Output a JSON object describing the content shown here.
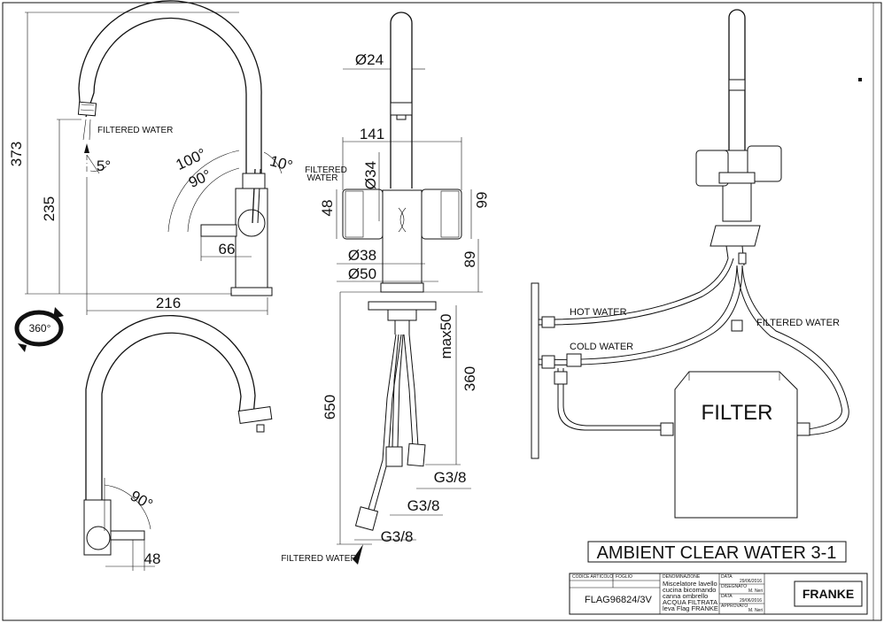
{
  "dimensions": {
    "d24": "Ø24",
    "d34": "Ø34",
    "d38": "Ø38",
    "d50": "Ø50",
    "w141": "141",
    "h48": "48",
    "h66": "66",
    "h89": "89",
    "max50": "max50",
    "h360": "360",
    "h650": "650",
    "g38a": "G3/8",
    "g38b": "G3/8",
    "g38c": "G3/8",
    "h373": "373",
    "h235": "235",
    "w216": "216",
    "w66": "66",
    "a100": "100°",
    "a90": "90°",
    "a10": "10°",
    "a5": "5°",
    "a360": "360°",
    "a90b": "90°",
    "w48b": "48"
  },
  "labels": {
    "filtered_water_side": "FILTERED WATER",
    "filtered_water_front_1": "FILTERED",
    "filtered_water_front_2": "WATER",
    "filtered_water_bottom": "FILTERED WATER",
    "hot_water": "HOT WATER",
    "cold_water": "COLD WATER",
    "filtered_water_right": "FILTERED WATER",
    "filter": "FILTER"
  },
  "title": "AMBIENT CLEAR WATER 3-1",
  "title_block": {
    "code_label": "CODICE ARTICOLO",
    "pkg_label": "FOGLIO",
    "desc_label": "DENOMINAZIONE",
    "code": "FLAG96824/3V",
    "desc_lines": [
      "Miscelatore lavello",
      "cucina bicomando",
      "canna ombrello",
      "ACQUA FILTRATA",
      "leva Flag FRANKE"
    ],
    "date_label_1": "DATA",
    "date_1": "29/06/2016",
    "drawn_label": "DISEGNATO",
    "drawn_by": "M. Neri",
    "date_label_2": "DATA",
    "date_2": "29/06/2016",
    "approved_label": "APPROVATO",
    "approved_by": "M. Neri",
    "brand": "FRANKE"
  }
}
